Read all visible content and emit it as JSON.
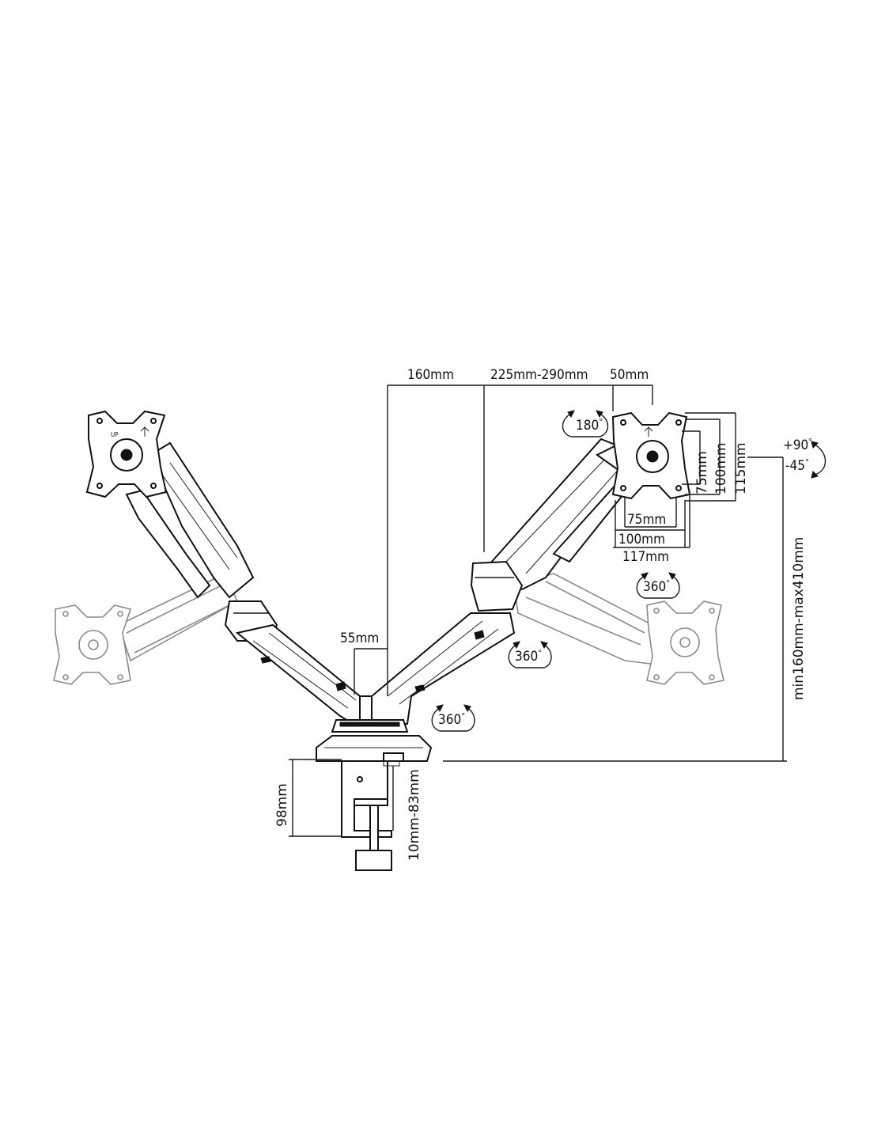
{
  "dimensions": {
    "offset_pole": "160mm",
    "arm_length": "225mm-290mm",
    "head_offset": "50mm",
    "pole_width": "55mm",
    "vesa_75": "75mm",
    "vesa_100": "100mm",
    "plate_width": "117mm",
    "plate_height": "115mm",
    "height_range": "min160mm-max410mm",
    "clamp_height": "98mm",
    "desk_thickness": "10mm-83mm"
  },
  "rotations": {
    "head_swivel": "180",
    "tilt_up": "+90",
    "tilt_down": "-45",
    "plate_rotation": "360",
    "elbow_rotation": "360",
    "base_rotation": "360"
  },
  "units": {
    "degree": "°"
  }
}
